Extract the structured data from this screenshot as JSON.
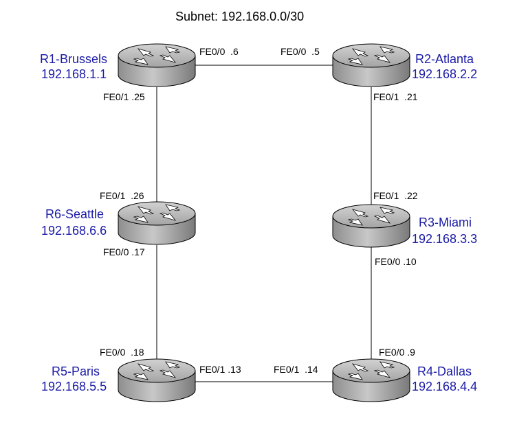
{
  "subnet_label": "Subnet: 192.168.0.0/30",
  "colors": {
    "router_label": "#1a1aa6",
    "link": "#000000",
    "router_body": "#b0b0b0"
  },
  "routers": [
    {
      "id": "r1",
      "name": "R1-Brussels",
      "address": "192.168.1.1"
    },
    {
      "id": "r2",
      "name": "R2-Atlanta",
      "address": "192.168.2.2"
    },
    {
      "id": "r3",
      "name": "R3-Miami",
      "address": "192.168.3.3"
    },
    {
      "id": "r4",
      "name": "R4-Dallas",
      "address": "192.168.4.4"
    },
    {
      "id": "r5",
      "name": "R5-Paris",
      "address": "192.168.5.5"
    },
    {
      "id": "r6",
      "name": "R6-Seattle",
      "address": "192.168.6.6"
    }
  ],
  "links": [
    {
      "from": "r1",
      "to": "r2",
      "from_iface": "FE0/0  .6",
      "to_iface": "FE0/0  .5"
    },
    {
      "from": "r2",
      "to": "r3",
      "from_iface": "FE0/1  .21",
      "to_iface": "FE0/1  .22"
    },
    {
      "from": "r3",
      "to": "r4",
      "from_iface": "FE0/0 .10",
      "to_iface": "FE0/0 .9"
    },
    {
      "from": "r4",
      "to": "r5",
      "from_iface": "FE0/1  .14",
      "to_iface": "FE0/1 .13"
    },
    {
      "from": "r5",
      "to": "r6",
      "from_iface": "FE0/0  .18",
      "to_iface": "FE0/0 .17"
    },
    {
      "from": "r6",
      "to": "r1",
      "from_iface": "FE0/1  .26",
      "to_iface": "FE0/1 .25"
    }
  ]
}
